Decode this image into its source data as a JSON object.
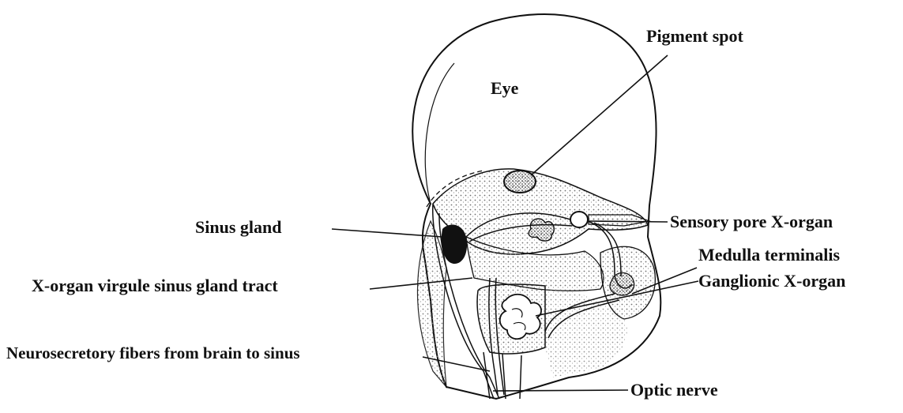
{
  "diagram": {
    "labels": {
      "eye": "Eye",
      "pigment_spot": "Pigment spot",
      "sinus_gland": "Sinus gland",
      "sensory_pore": "Sensory pore X-organ",
      "medulla_terminalis": "Medulla terminalis",
      "ganglionic_x_organ": "Ganglionic X-organ",
      "x_organ_tract": "X-organ virgule sinus gland tract",
      "neurosecretory_fibers": "Neurosecretory fibers from brain to sinus",
      "optic_nerve": "Optic nerve"
    },
    "colors": {
      "ink": "#111111",
      "stipple": "#6f6f6f",
      "background": "#ffffff"
    }
  }
}
